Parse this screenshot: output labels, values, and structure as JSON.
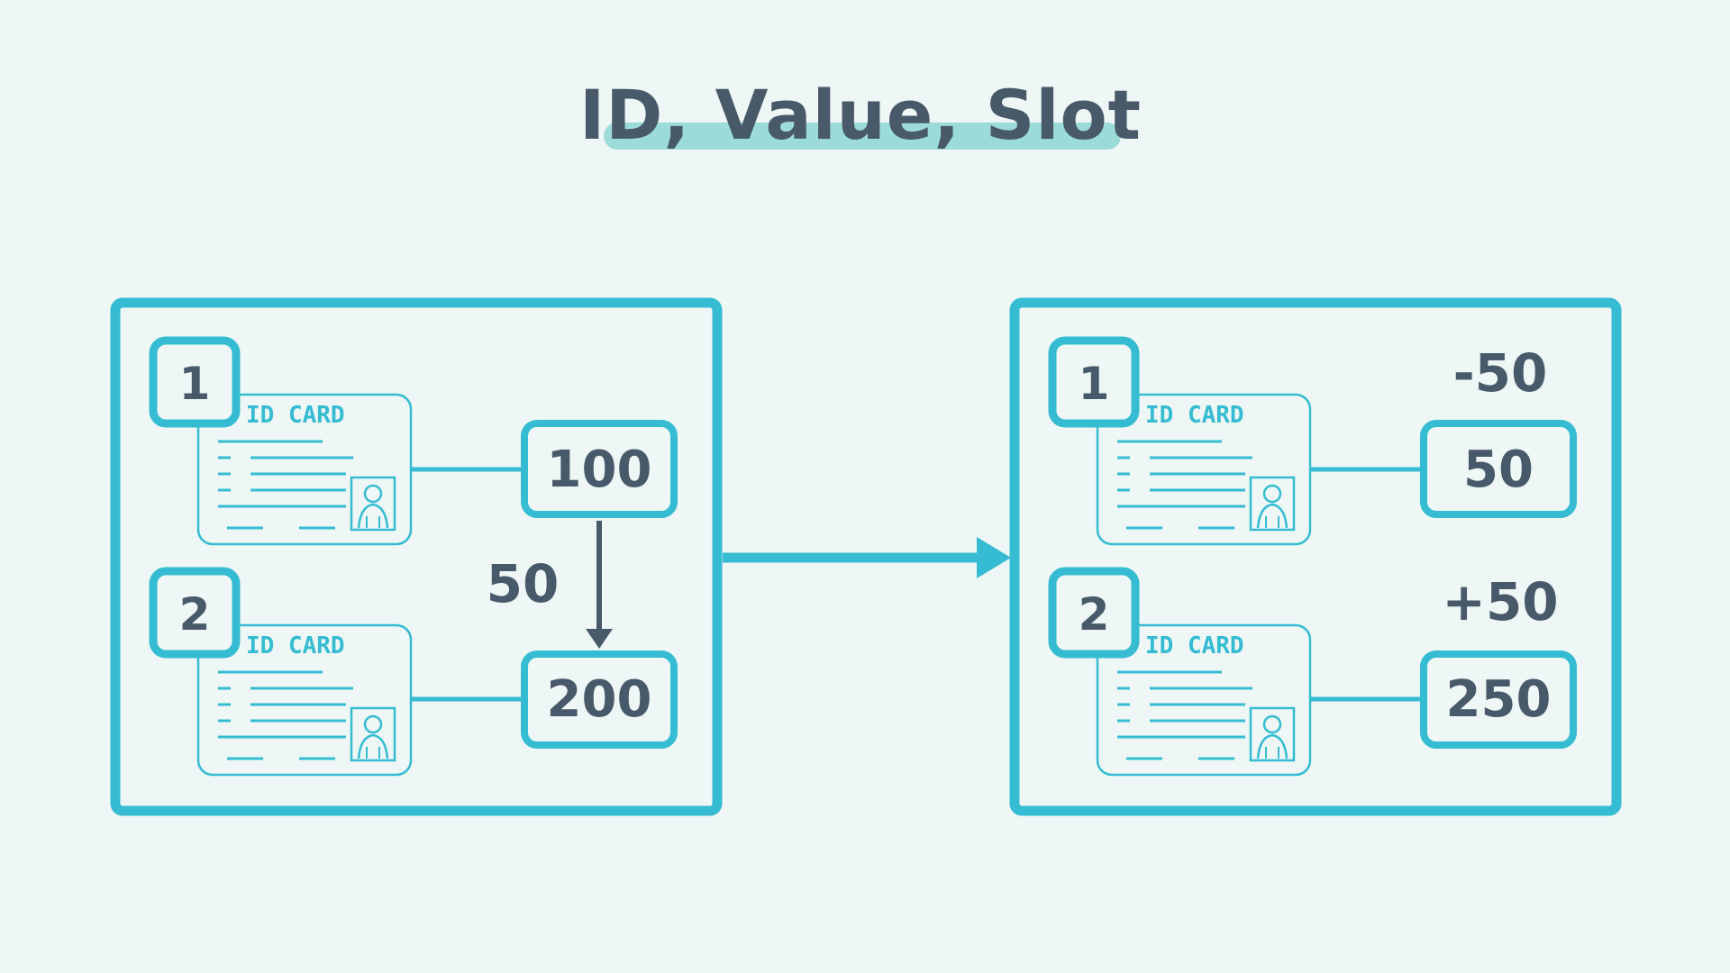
{
  "title": "ID, Value, Slot",
  "colors": {
    "accent": "#35bcd2",
    "text": "#48596a",
    "highlight": "#9cdcd8",
    "background": "#eef7f5"
  },
  "card_label": "ID CARD",
  "card_icon": "id-card-icon",
  "before": {
    "cards": [
      {
        "id": "1",
        "value": "100"
      },
      {
        "id": "2",
        "value": "200"
      }
    ],
    "transfer_amount": "50"
  },
  "after": {
    "cards": [
      {
        "id": "1",
        "value": "50",
        "delta": "-50"
      },
      {
        "id": "2",
        "value": "250",
        "delta": "+50"
      }
    ]
  }
}
